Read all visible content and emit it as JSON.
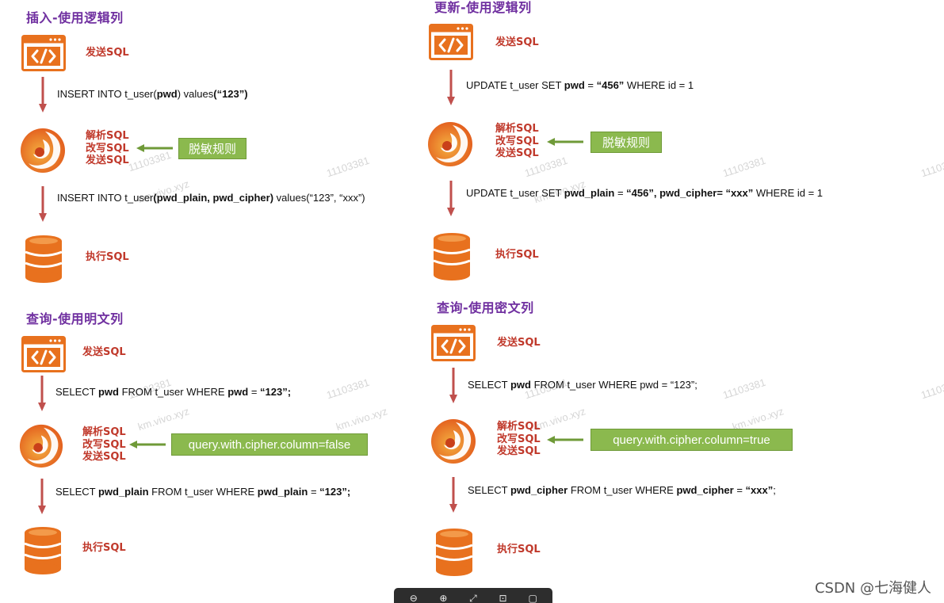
{
  "sections": {
    "insert": {
      "title": "插入-使用逻辑列",
      "send_label": "发送SQL",
      "sql1": {
        "p1": "INSERT INTO t_user(",
        "b1": "pwd",
        "p2": ") values",
        "b2": "(“123”)"
      },
      "parse_labels": [
        "解析SQL",
        "改写SQL",
        "发送SQL"
      ],
      "rule": "脱敏规则",
      "sql2": {
        "p1": "INSERT INTO t_user",
        "b1": "(pwd_plain, pwd_cipher)",
        "p2": " values(“123”, “xxx”)"
      },
      "exec_label": "执行SQL"
    },
    "update": {
      "title": "更新-使用逻辑列",
      "send_label": "发送SQL",
      "sql1": {
        "p1": "UPDATE t_user SET ",
        "b1": "pwd",
        "p2": " = ",
        "b2": "“456”",
        "p3": " WHERE id = 1"
      },
      "parse_labels": [
        "解析SQL",
        "改写SQL",
        "发送SQL"
      ],
      "rule": "脱敏规则",
      "sql2": {
        "p1": "UPDATE t_user SET ",
        "b1": "pwd_plain",
        "p2": " = ",
        "b2": "“456”, pwd_cipher=",
        "p3": " ",
        "b3": "“xxx”",
        "p4": " WHERE id = 1"
      },
      "exec_label": "执行SQL"
    },
    "query_plain": {
      "title": "查询-使用明文列",
      "send_label": "发送SQL",
      "sql1": {
        "p1": "SELECT ",
        "b1": "pwd",
        "p2": " FROM t_user WHERE ",
        "b2": "pwd",
        "p3": " = ",
        "b3": "“123”;"
      },
      "parse_labels": [
        "解析SQL",
        "改写SQL",
        "发送SQL"
      ],
      "rule": "query.with.cipher.column=false",
      "sql2": {
        "p1": "SELECT ",
        "b1": "pwd_plain",
        "p2": " FROM t_user WHERE ",
        "b2": "pwd_plain",
        "p3": " = ",
        "b3": "“123”;"
      },
      "exec_label": "执行SQL"
    },
    "query_cipher": {
      "title": "查询-使用密文列",
      "send_label": "发送SQL",
      "sql1": {
        "p1": "SELECT ",
        "b1": "pwd",
        "p2": " FROM t_user WHERE pwd = “123”;"
      },
      "parse_labels": [
        "解析SQL",
        "改写SQL",
        "发送SQL"
      ],
      "rule": "query.with.cipher.column=true",
      "sql2": {
        "p1": "SELECT ",
        "b1": "pwd_cipher",
        "p2": " FROM t_user WHERE ",
        "b2": "pwd_cipher",
        "p3": " = ",
        "b3": "“xxx”",
        "p4": ";"
      },
      "exec_label": "执行SQL"
    }
  },
  "watermark": {
    "id": "11103381",
    "domain": "km.vivo.xyz"
  },
  "credit": "CSDN @七海健人",
  "colors": {
    "title": "#7030a0",
    "label": "#c0392b",
    "arrow": "#c0504d",
    "rule": "#8bb94e",
    "icon": "#e8711e"
  },
  "icons": [
    "code-window-icon",
    "shardingsphere-logo-icon",
    "database-icon"
  ]
}
